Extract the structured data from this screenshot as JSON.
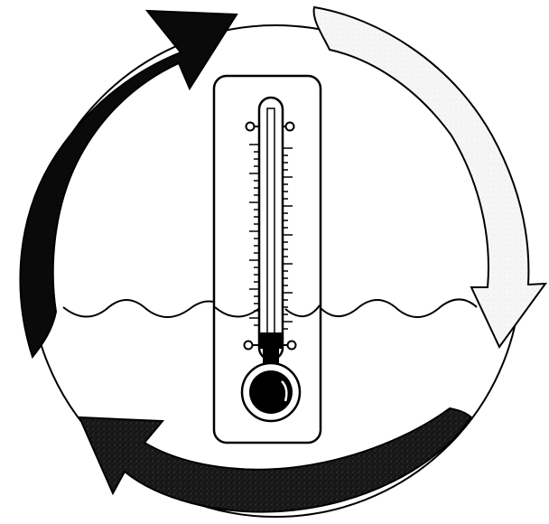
{
  "diagram": {
    "colors": {
      "background": "#ffffff",
      "ink": "#000000",
      "arrow_dark": "#0a0a0a",
      "arrow_light": "#f4f4f4",
      "arrow_bottom": "#1c1c1c",
      "bulb_highlight": "#ffffff"
    },
    "elements": {
      "cycle_ring": "circle-outline",
      "arrow_top_left": "dark-curved-arrow",
      "arrow_right": "light-curved-arrow",
      "arrow_bottom": "dark-speckled-curved-arrow",
      "water_surface": "wavy-line",
      "thermometer": "thermometer-icon"
    }
  }
}
